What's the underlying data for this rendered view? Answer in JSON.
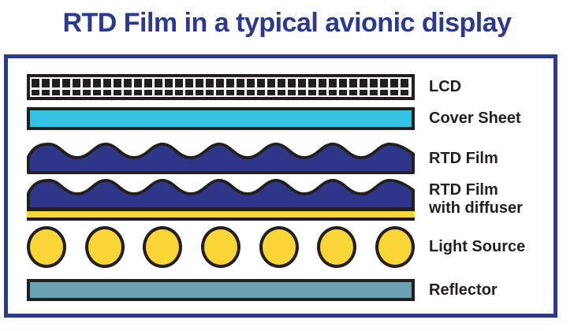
{
  "title": "RTD Film in a typical avionic display",
  "colors": {
    "title_navy": "#2B3990",
    "box_border_navy": "#2B3990",
    "outline_black": "#231F20",
    "label_black": "#231F20",
    "cover_cyan": "#35C2E2",
    "film_navy": "#2E3688",
    "diffuser_yellow": "#F8D737",
    "light_yellow": "#F9D636",
    "reflector_teal": "#6BA2B2",
    "background_white": "#FEFEFC"
  },
  "diagram": {
    "layers": [
      {
        "id": "lcd",
        "label": "LCD",
        "type": "striped-bar"
      },
      {
        "id": "cover-sheet",
        "label": "Cover Sheet",
        "type": "solid-bar"
      },
      {
        "id": "rtd-film",
        "label": "RTD Film",
        "type": "wave"
      },
      {
        "id": "rtd-film-with-diffuser",
        "label_line1": "RTD Film",
        "label_line2": "with diffuser",
        "type": "wave-with-diffuser-strip"
      },
      {
        "id": "light-source",
        "label": "Light Source",
        "type": "lamp-circles",
        "count": 7
      },
      {
        "id": "reflector",
        "label": "Reflector",
        "type": "solid-bar"
      }
    ]
  }
}
